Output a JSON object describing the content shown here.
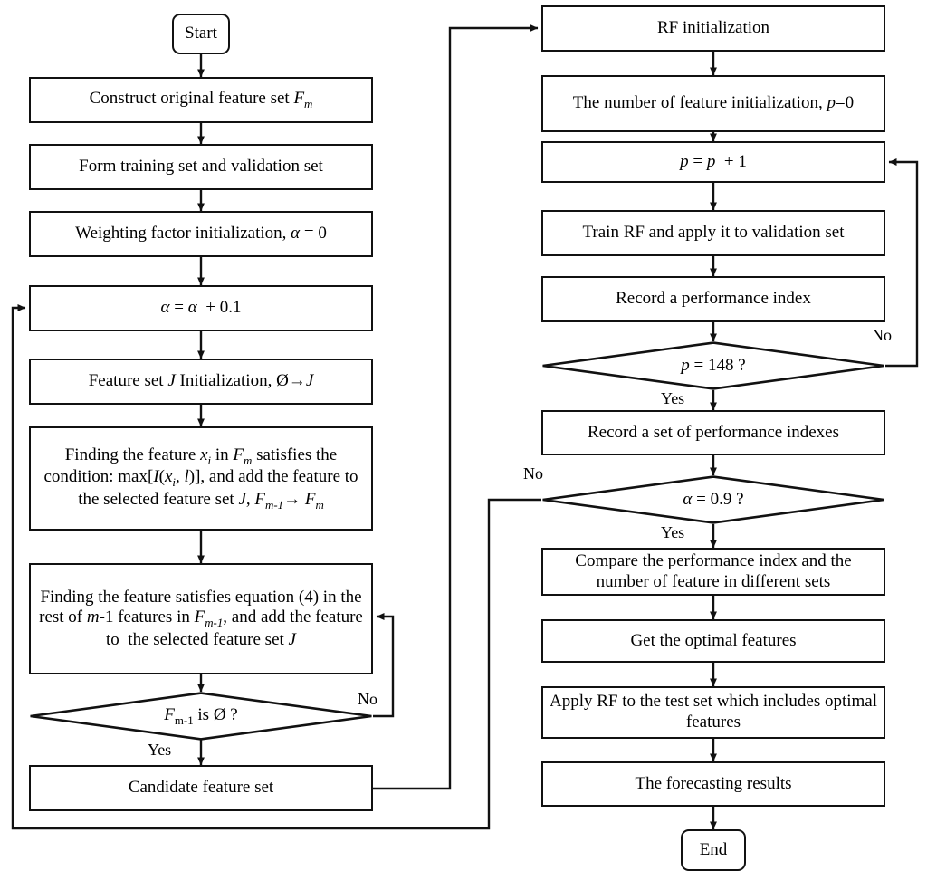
{
  "diagram": {
    "title": "Random Forest feature selection and forecasting flowchart",
    "type": "flowchart",
    "background_color": "#ffffff",
    "line_color": "#111111",
    "text_color": "#000000"
  },
  "left_column": {
    "start": "Start",
    "nodes": [
      {
        "id": "construct",
        "shape": "process",
        "text": "Construct original feature set Fm"
      },
      {
        "id": "form-sets",
        "shape": "process",
        "text": "Form training set and validation set"
      },
      {
        "id": "weight-init",
        "shape": "process",
        "text": "Weighting factor initialization, α = 0"
      },
      {
        "id": "alpha-inc",
        "shape": "process",
        "text": "α = α  + 0.1"
      },
      {
        "id": "feature-set-init",
        "shape": "process",
        "text": "Feature set J Initialization, Ø→J"
      },
      {
        "id": "find-max",
        "shape": "process",
        "text": "Finding the feature xi in Fm satisfies the condition: max[I(xi, l)], and add the feature to the selected feature set J, Fm-1→ Fm"
      },
      {
        "id": "find-eq4",
        "shape": "process",
        "text": "Finding the feature satisfies equation (4) in the rest of m-1 features in Fm-1, and add the feature to  the selected feature set J"
      },
      {
        "id": "fm-empty",
        "shape": "decision",
        "text": "Fm-1 is Ø ?"
      },
      {
        "id": "candidate",
        "shape": "process",
        "text": "Candidate feature set"
      }
    ]
  },
  "right_column": {
    "end": "End",
    "nodes": [
      {
        "id": "rf-init",
        "shape": "process",
        "text": "RF initialization"
      },
      {
        "id": "p-init",
        "shape": "process",
        "text": "The number of feature initialization, p=0"
      },
      {
        "id": "p-inc",
        "shape": "process",
        "text": "p = p  + 1"
      },
      {
        "id": "train-rf",
        "shape": "process",
        "text": "Train RF and apply it to validation set"
      },
      {
        "id": "record-index",
        "shape": "process",
        "text": "Record a performance index"
      },
      {
        "id": "p-148",
        "shape": "decision",
        "text": "p = 148 ?"
      },
      {
        "id": "record-set",
        "shape": "process",
        "text": "Record a set of performance indexes"
      },
      {
        "id": "alpha-09",
        "shape": "decision",
        "text": "α = 0.9 ?"
      },
      {
        "id": "compare",
        "shape": "process",
        "text": "Compare the performance index and the number of feature in different sets"
      },
      {
        "id": "get-optimal",
        "shape": "process",
        "text": "Get the optimal features"
      },
      {
        "id": "apply-test",
        "shape": "process",
        "text": "Apply RF to the test set which includes optimal features"
      },
      {
        "id": "forecast",
        "shape": "process",
        "text": "The forecasting results"
      }
    ]
  },
  "edge_labels": {
    "fm_empty_no": "No",
    "fm_empty_yes": "Yes",
    "p148_no": "No",
    "p148_yes": "Yes",
    "alpha09_no": "No",
    "alpha09_yes": "Yes"
  }
}
